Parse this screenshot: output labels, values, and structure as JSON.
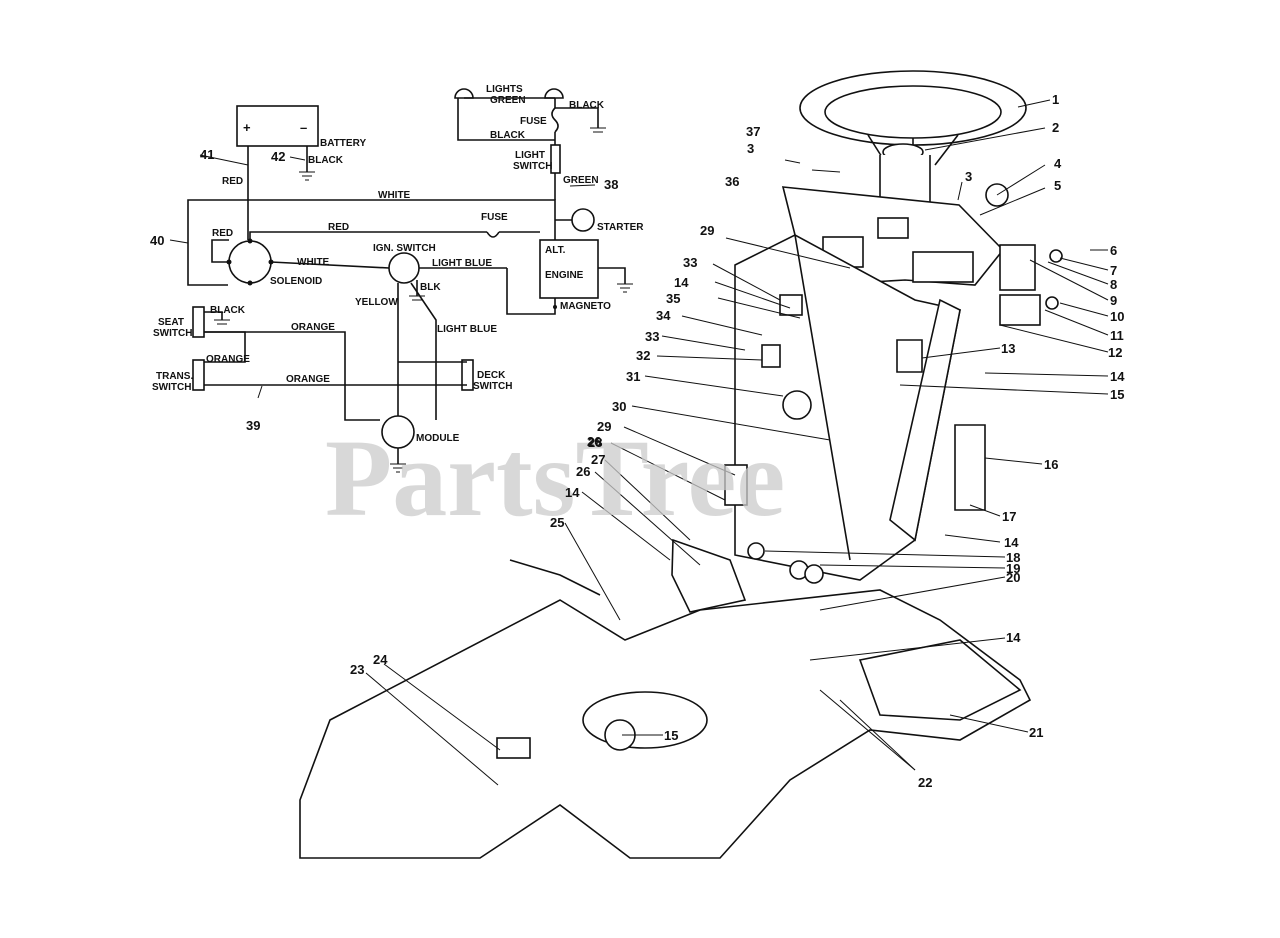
{
  "watermark": "PartsTree",
  "wiring": {
    "battery": "BATTERY",
    "plus": "+",
    "minus": "–",
    "black": "BLACK",
    "red": "RED",
    "white": "WHITE",
    "lights": "LIGHTS",
    "green": "GREEN",
    "fuse": "FUSE",
    "light_switch_1": "LIGHT",
    "light_switch_2": "SWITCH",
    "starter": "STARTER",
    "alt": "ALT.",
    "engine": "ENGINE",
    "magneto": "MAGNETO",
    "solenoid": "SOLENOID",
    "ign_switch": "IGN. SWITCH",
    "light_blue": "LIGHT BLUE",
    "blk": "BLK",
    "yellow": "YELLOW",
    "seat_switch_1": "SEAT",
    "seat_switch_2": "SWITCH",
    "orange": "ORANGE",
    "trans_switch_1": "TRANS.",
    "trans_switch_2": "SWITCH",
    "deck_switch_1": "DECK",
    "deck_switch_2": "SWITCH",
    "module": "MODULE"
  },
  "callouts": {
    "c1": "1",
    "c2": "2",
    "c3a": "3",
    "c3b": "3",
    "c4": "4",
    "c5": "5",
    "c6": "6",
    "c7": "7",
    "c8": "8",
    "c9": "9",
    "c10": "10",
    "c11": "11",
    "c12": "12",
    "c13": "13",
    "c14a": "14",
    "c14b": "14",
    "c14c": "14",
    "c14d": "14",
    "c14e": "14",
    "c15a": "15",
    "c15b": "15",
    "c16": "16",
    "c17": "17",
    "c18": "18",
    "c19": "19",
    "c20": "20",
    "c21": "21",
    "c22": "22",
    "c23": "23",
    "c24": "24",
    "c25": "25",
    "c26a": "26",
    "c26b": "26",
    "c27": "27",
    "c28": "28",
    "c29a": "29",
    "c29b": "29",
    "c30": "30",
    "c31": "31",
    "c32": "32",
    "c33a": "33",
    "c33b": "33",
    "c34": "34",
    "c35": "35",
    "c36": "36",
    "c37": "37",
    "c38": "38",
    "c39": "39",
    "c40": "40",
    "c41": "41",
    "c42": "42"
  }
}
